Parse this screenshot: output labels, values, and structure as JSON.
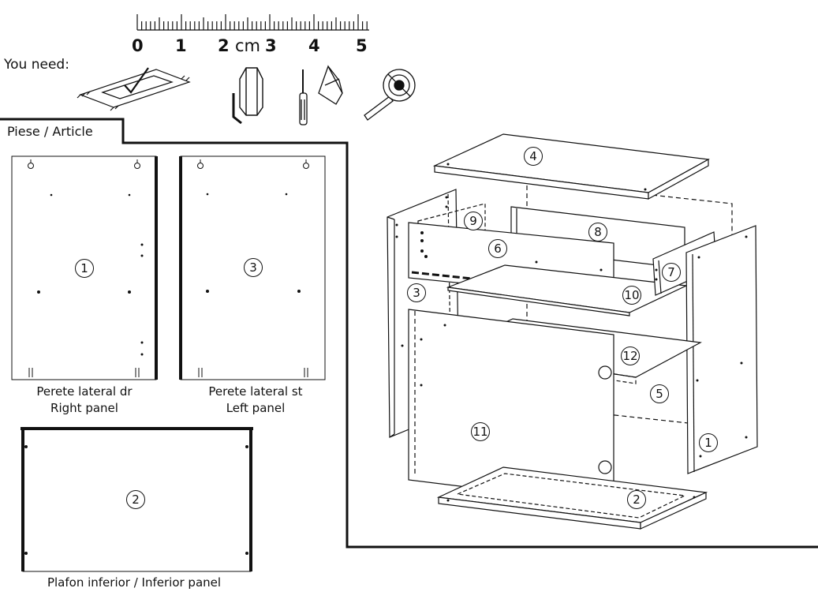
{
  "ruler": {
    "unit": "cm",
    "labels": [
      "0",
      "1",
      "2",
      "3",
      "4",
      "5"
    ]
  },
  "you_need_label": "You need:",
  "tools": [
    "mat-icon",
    "hex-key-icon",
    "screwdriver-icon",
    "hammer-icon",
    "tape-measure-icon"
  ],
  "parts_tab_label": "Piese / Article",
  "parts": [
    {
      "id": "1",
      "caption_ro": "Perete lateral dr",
      "caption_en": "Right panel"
    },
    {
      "id": "3",
      "caption_ro": "Perete lateral st",
      "caption_en": "Left panel"
    },
    {
      "id": "2",
      "caption": "Plafon inferior / Inferior panel"
    }
  ],
  "assembly_labels": [
    "4",
    "9",
    "8",
    "6",
    "7",
    "3",
    "10",
    "12",
    "5",
    "11",
    "1",
    "2"
  ]
}
